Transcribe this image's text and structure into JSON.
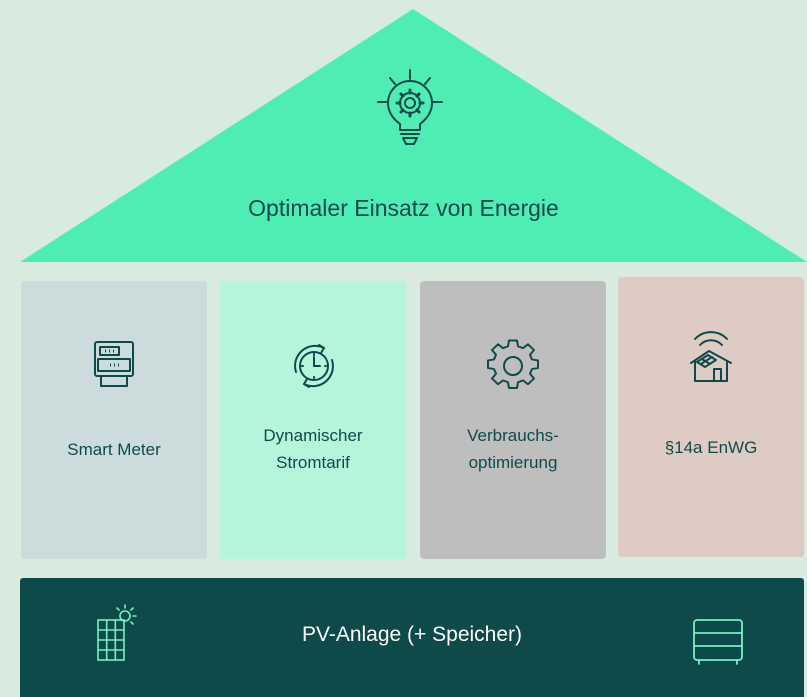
{
  "roof": {
    "label": "Optimaler Einsatz von Energie",
    "icon": "lightbulb-gear-icon"
  },
  "pillars": [
    {
      "label_lines": [
        "Smart Meter"
      ],
      "icon": "smart-meter-icon",
      "color": "#ccdcdd"
    },
    {
      "label_lines": [
        "Dynamischer",
        "Stromtarif"
      ],
      "icon": "clock-cycle-icon",
      "color": "#b4f5dc"
    },
    {
      "label_lines": [
        "Verbrauchs-",
        "optimierung"
      ],
      "icon": "gear-icon",
      "color": "#bebebe"
    },
    {
      "label_lines": [
        "§14a EnWG"
      ],
      "icon": "smart-house-icon",
      "color": "#decbc3"
    }
  ],
  "foundation": {
    "label": "PV-Anlage (+ Speicher)",
    "icons": [
      "solar-panel-icon",
      "battery-storage-icon"
    ],
    "color": "#0e4a49"
  },
  "colors": {
    "roof": "#4eedb3",
    "icon_dark": "#0f4a4a",
    "icon_light": "#74f0c2"
  }
}
